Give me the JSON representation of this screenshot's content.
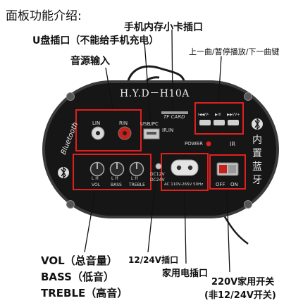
{
  "header": {
    "title": "面板功能介绍:"
  },
  "callouts": {
    "usb_port": "U盘插口（不能给手机充电）",
    "tf_card": "手机内存小卡插口",
    "audio_input": "音源输入",
    "track_controls": "上一曲/暂停播放/下一曲键",
    "vol": "VOL（总音量）",
    "bass": "BASS（低音）",
    "treble": "TREBLE（高音）",
    "dc_port": "12/24V插口",
    "ac_port": "家用电插口",
    "switch_line1": "220V家用开关",
    "switch_line2": "(非12/24V开关)"
  },
  "panel": {
    "brand": "H.Y.D－H10A",
    "bluetooth_text": "Bluetooth",
    "builtin_text": "内置蓝牙",
    "lin": "LIN",
    "rin": "RIN",
    "usb_pc": "USB/PC",
    "tf_card": "TF CARD",
    "ir_in": "IR.IN",
    "power": "POWER",
    "ir": "IR",
    "btn_prev": "I◀◀/V-",
    "btn_play": "▶/II",
    "btn_next": "▶▶I/V+",
    "knob_lh": "L H",
    "vol": "VOL",
    "bass": "BASS",
    "treble": "TREBLE",
    "dc12v": "DC12V",
    "dc24v": "DC24V",
    "ac_spec": "AC 110V-265V 50Hz",
    "off": "OFF",
    "on": "ON"
  },
  "colors": {
    "callout_red": "#e0201c",
    "panel_black": "#141414",
    "panel_edge": "#3a3a3a"
  }
}
